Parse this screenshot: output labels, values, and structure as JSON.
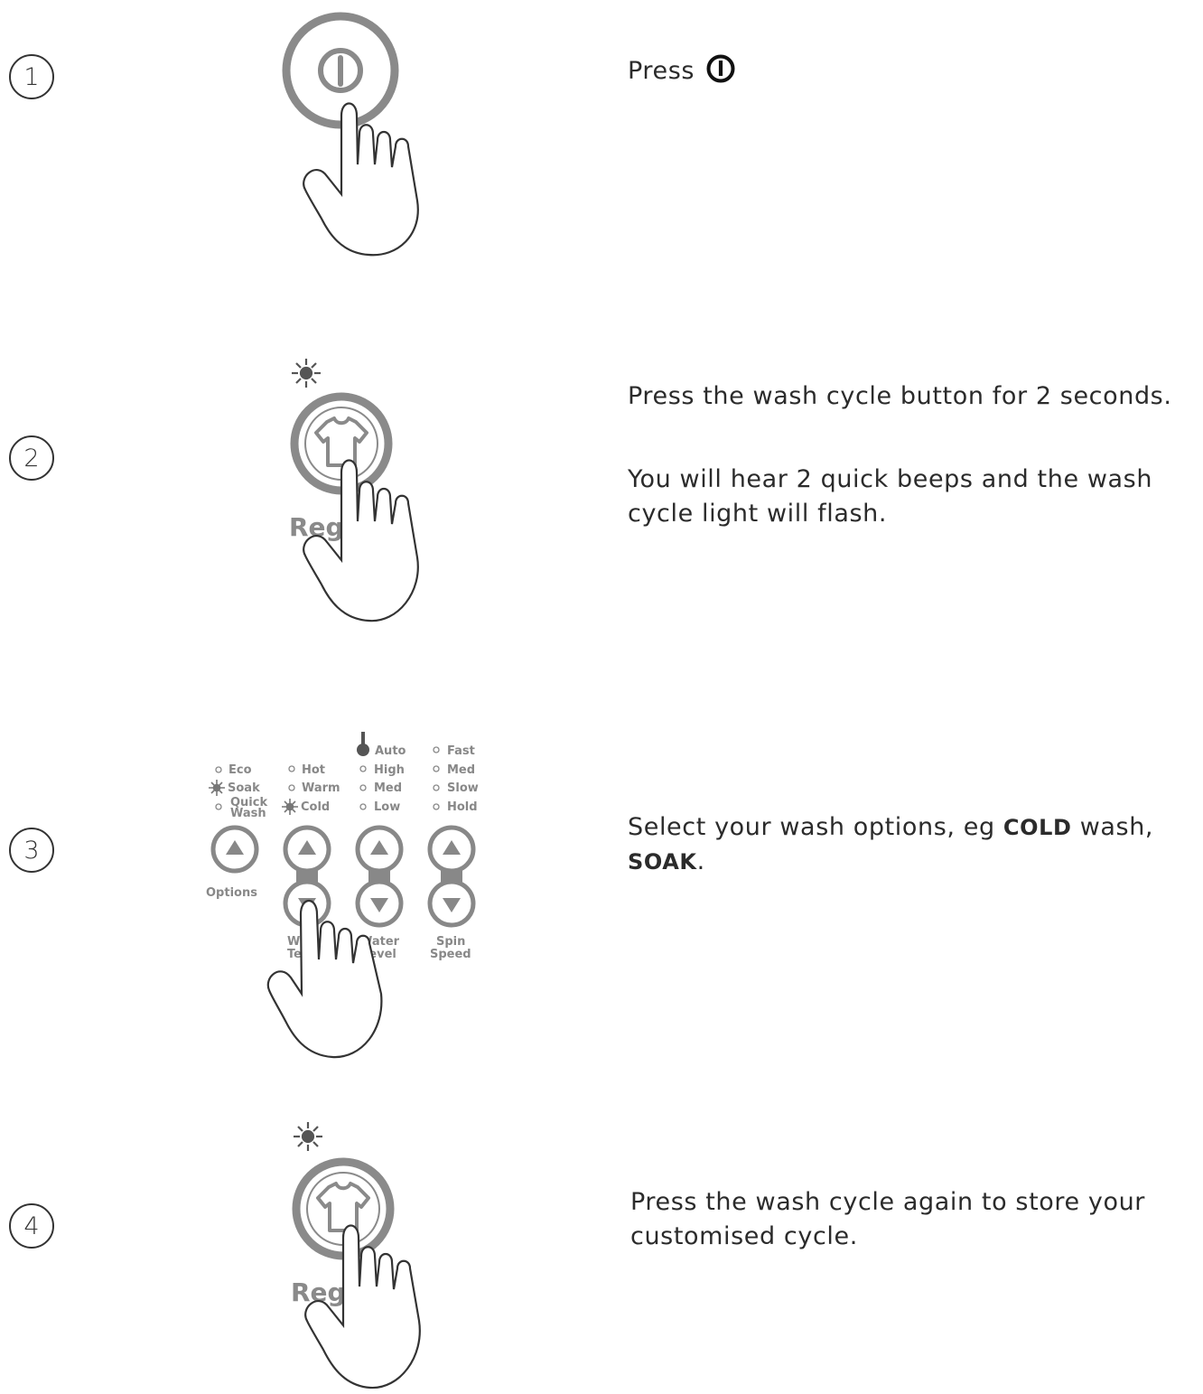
{
  "steps": [
    {
      "number": "1",
      "text": "Press"
    },
    {
      "number": "2",
      "text_a": "Press the wash cycle button for 2 seconds.",
      "text_b": "You will hear 2 quick beeps and the wash cycle light will flash.",
      "button_label": "Reg"
    },
    {
      "number": "3",
      "text_before": "Select your wash options, eg ",
      "emph1": "COLD",
      "text_mid": " wash, ",
      "emph2": "SOAK",
      "text_end": "."
    },
    {
      "number": "4",
      "text": "Press the wash cycle again to store your customised cycle.",
      "button_label": "Reg"
    }
  ],
  "panel": {
    "options": {
      "items": [
        "Eco",
        "Soak",
        "Quick Wash"
      ],
      "quick": "Quick",
      "wash": "Wash",
      "label": "Options"
    },
    "temp": {
      "items": [
        "Hot",
        "Warm",
        "Cold"
      ],
      "label1": "Wash",
      "label2": "Temp"
    },
    "water": {
      "items": [
        "Auto",
        "High",
        "Med",
        "Low"
      ],
      "label1": "Water",
      "label2": "Level"
    },
    "spin": {
      "items": [
        "Fast",
        "Med",
        "Slow",
        "Hold"
      ],
      "label1": "Spin",
      "label2": "Speed"
    }
  },
  "icons": [
    "power-icon",
    "shirt-icon",
    "sun-icon",
    "hand-icon",
    "up-arrow-icon",
    "down-arrow-icon",
    "thermometer-icon"
  ]
}
